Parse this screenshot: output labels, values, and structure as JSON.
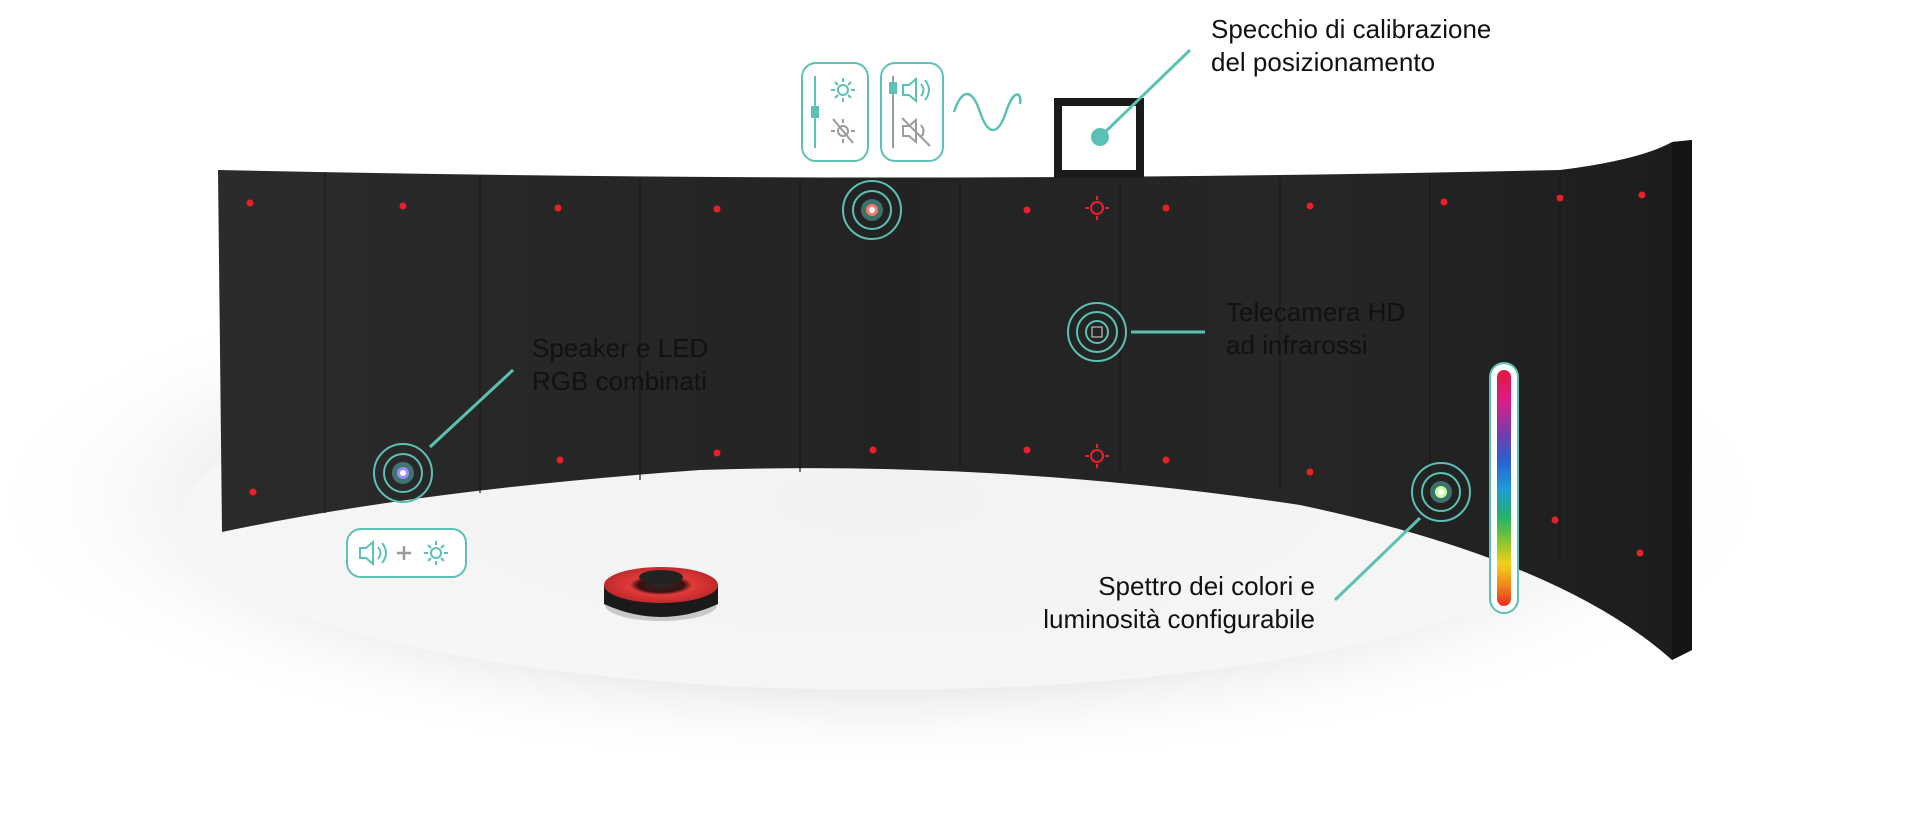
{
  "labels": {
    "mirror": {
      "line1": "Specchio di calibrazione",
      "line2": "del posizionamento"
    },
    "camera": {
      "line1": "Telecamera HD",
      "line2": "ad infrarossi"
    },
    "speaker": {
      "line1": "Speaker e LED",
      "line2": "RGB combinati"
    },
    "spectrum": {
      "line1": "Spettro dei colori e",
      "line2": "luminosità configurabile"
    }
  },
  "icons": {
    "brightness_panel": [
      "sun-icon",
      "sun-off-icon",
      "slider-icon"
    ],
    "volume_panel": [
      "speaker-icon",
      "speaker-mute-icon",
      "slider-icon"
    ],
    "sine_wave": "sine-wave-icon",
    "speaker_led_combo": [
      "speaker-icon",
      "plus-icon",
      "sun-icon"
    ]
  },
  "colors": {
    "accent": "#5cc0b5",
    "wall": "#262626",
    "led_marker": "#e8202a",
    "floor_shadow": "#bdbdbd",
    "spectrum": [
      "#e6163c",
      "#d81e8a",
      "#7b3aa6",
      "#2a5fd0",
      "#1f9ad8",
      "#23b06b",
      "#7fc431",
      "#f3d21a",
      "#f08a1c",
      "#e82a1e"
    ]
  }
}
